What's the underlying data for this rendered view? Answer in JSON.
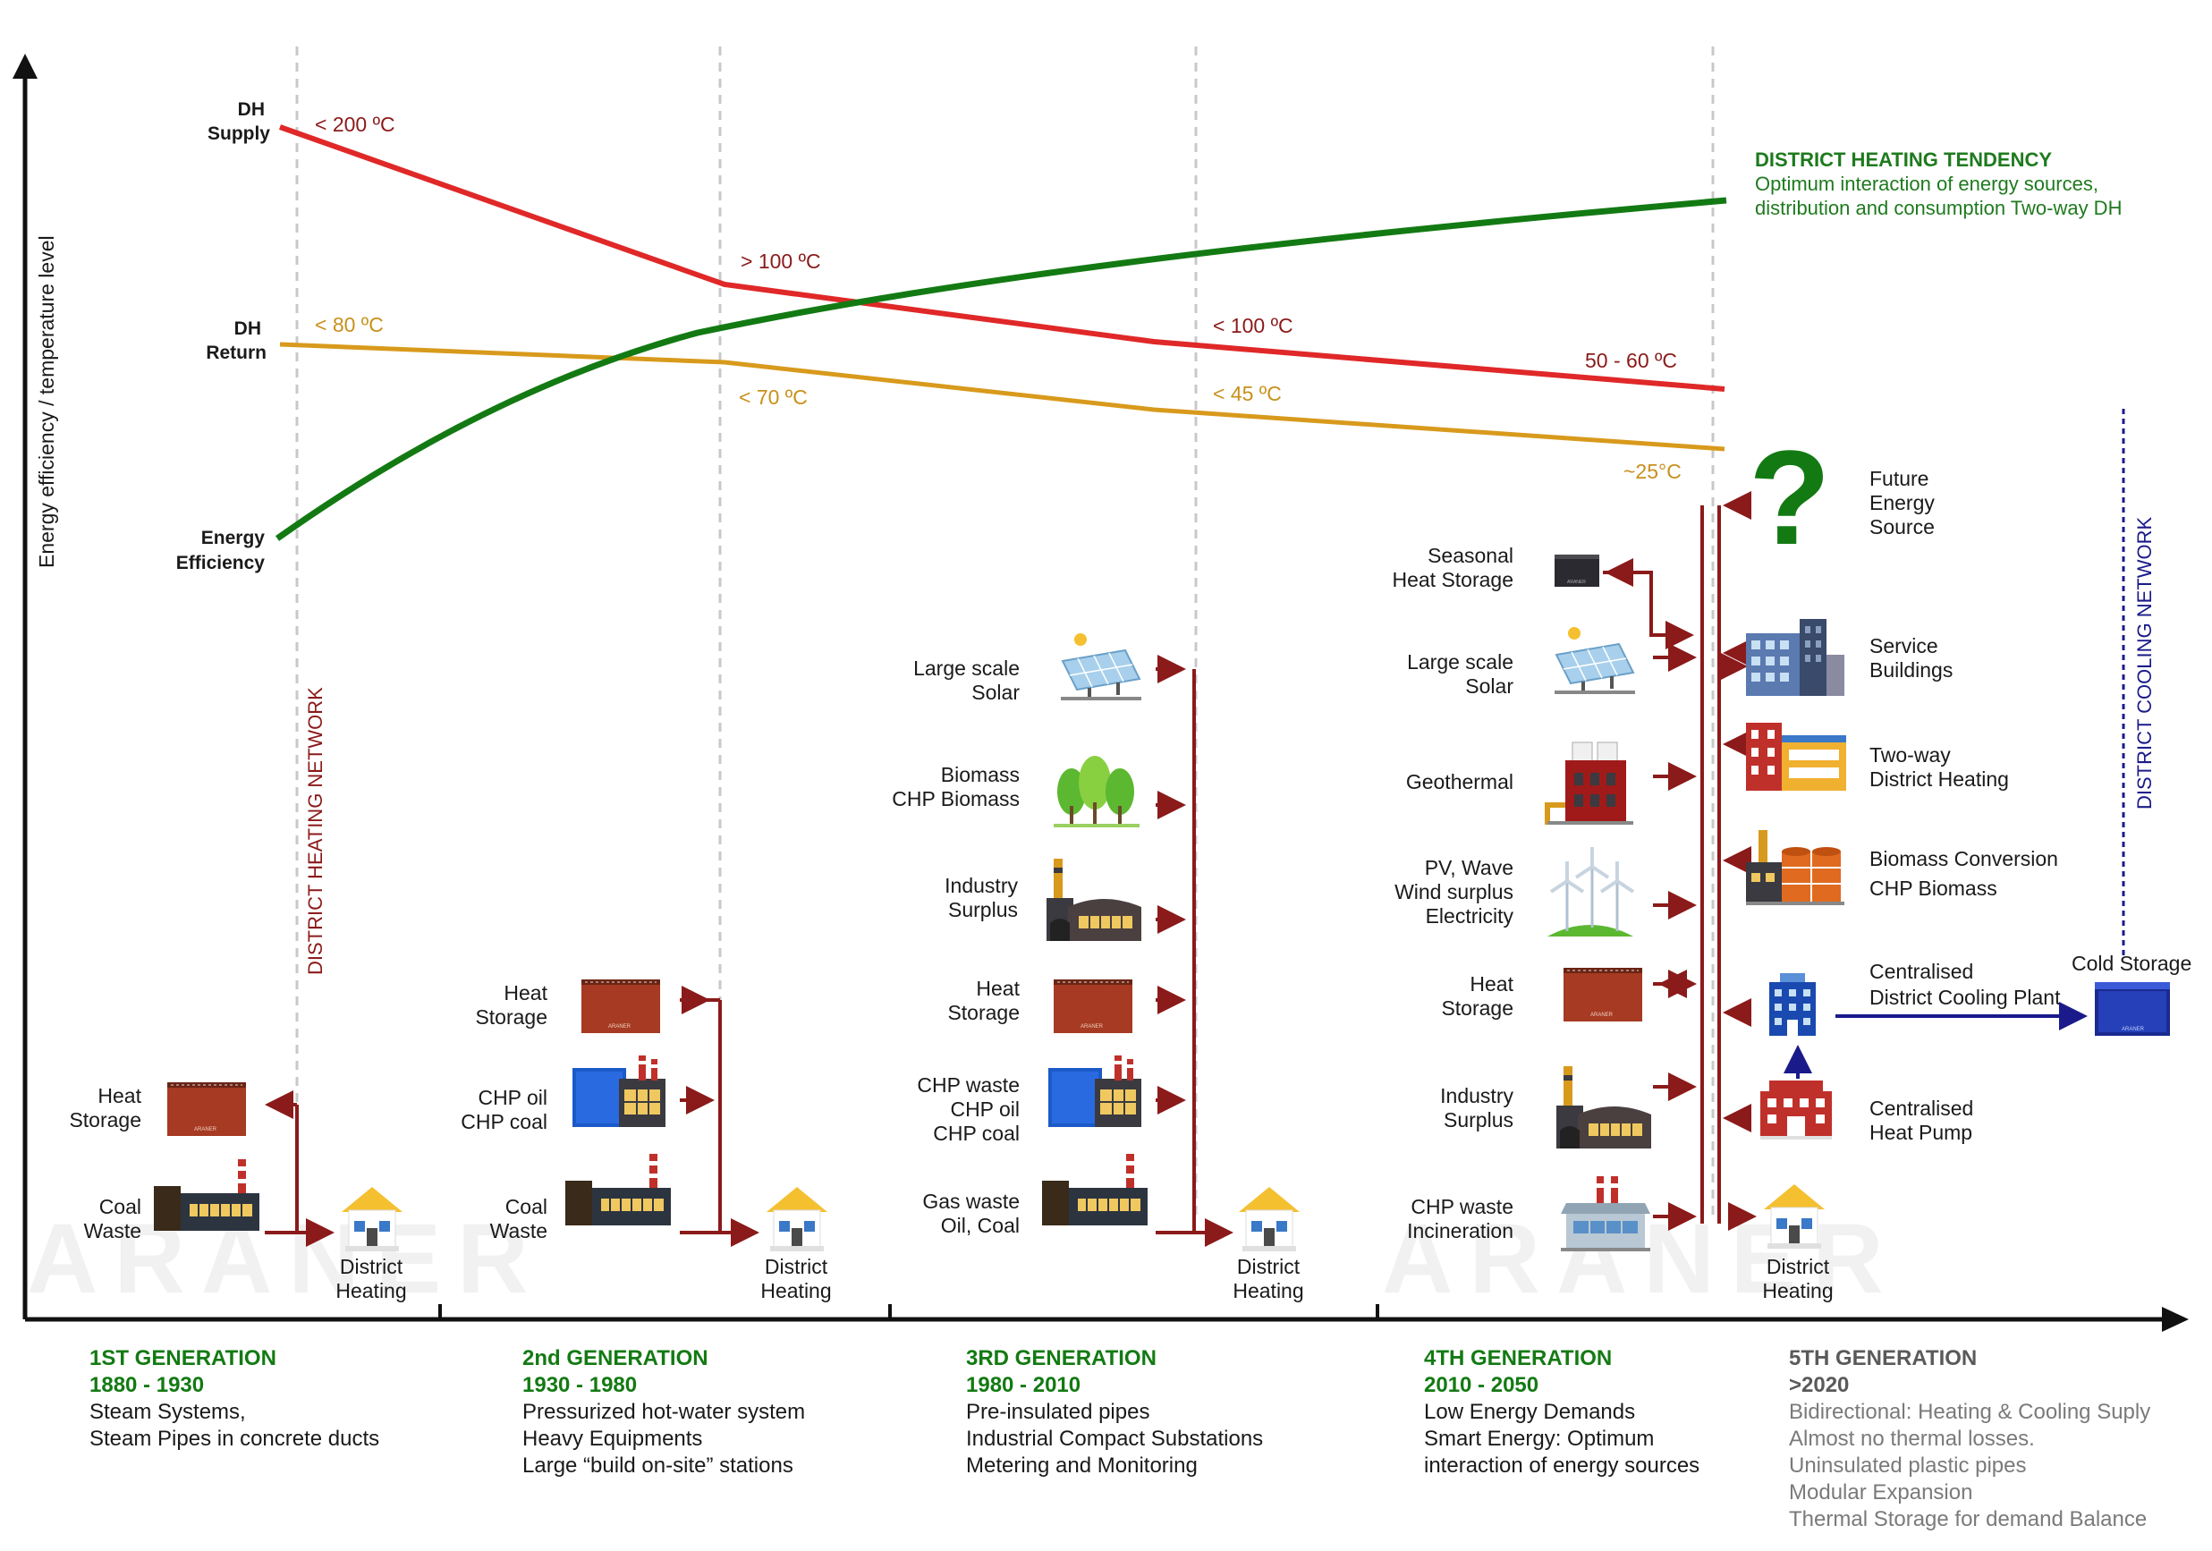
{
  "axis": {
    "y_label": "Energy efficiency / temperature level"
  },
  "left_labels": {
    "dh_supply": [
      "DH",
      "Supply"
    ],
    "dh_return": [
      "DH",
      "Return"
    ],
    "energy_efficiency": [
      "Energy",
      "Efficiency"
    ]
  },
  "temperatures": {
    "supply": [
      "< 200 ºC",
      "> 100 ºC",
      "< 100 ºC",
      "50 -  60 ºC"
    ],
    "return": [
      "< 80 ºC",
      "< 70 ºC",
      "< 45 ºC",
      "~25°C"
    ]
  },
  "tendency": {
    "title": "DISTRICT HEATING  TENDENCY",
    "lines": [
      "Optimum interaction of energy sources,",
      "distribution and consumption Two-way DH"
    ]
  },
  "network_labels": {
    "heating": "DISTRICT HEATING NETWORK",
    "cooling": "DISTRICT COOLING NETWORK"
  },
  "watermark": "ARANER",
  "gen1": {
    "sources": [
      [
        "Heat",
        "Storage"
      ],
      [
        "Coal",
        "Waste"
      ]
    ],
    "sink": [
      "District",
      "Heating"
    ]
  },
  "gen2": {
    "sources": [
      [
        "Heat",
        "Storage"
      ],
      [
        "CHP oil",
        "CHP coal"
      ],
      [
        "Coal",
        "Waste"
      ]
    ],
    "sink": [
      "District",
      "Heating"
    ]
  },
  "gen3": {
    "sources": [
      [
        "Large scale",
        "Solar"
      ],
      [
        "Biomass",
        "CHP Biomass"
      ],
      [
        "Industry",
        "Surplus"
      ],
      [
        "Heat",
        "Storage"
      ],
      [
        "CHP waste",
        "CHP oil",
        "CHP coal"
      ],
      [
        "Gas waste",
        "Oil, Coal"
      ]
    ],
    "sink": [
      "District",
      "Heating"
    ]
  },
  "gen4": {
    "sources": [
      [
        "Seasonal",
        "Heat Storage"
      ],
      [
        "Large scale",
        "Solar"
      ],
      [
        "Geothermal"
      ],
      [
        "PV, Wave",
        "Wind surplus",
        "Electricity"
      ],
      [
        "Heat",
        "Storage"
      ],
      [
        "Industry",
        "Surplus"
      ],
      [
        "CHP waste",
        "Incineration"
      ]
    ]
  },
  "gen5_right": {
    "future": [
      "Future",
      "Energy",
      "Source"
    ],
    "service": [
      "Service",
      "Buildings"
    ],
    "twoway": [
      "Two-way",
      "District Heating"
    ],
    "biomass": [
      "Biomass Conversion",
      "CHP Biomass"
    ],
    "cooling_plant": [
      "Centralised",
      "District Cooling Plant"
    ],
    "cold_storage": "Cold Storage",
    "heat_pump": [
      "Centralised",
      "Heat Pump"
    ],
    "district": [
      "District",
      "Heating"
    ]
  },
  "generations": [
    {
      "title": "1ST GENERATION",
      "years": "1880 - 1930",
      "lines": [
        "Steam Systems,",
        "Steam Pipes in concrete ducts"
      ]
    },
    {
      "title": "2nd GENERATION",
      "years": "1930 - 1980",
      "lines": [
        "Pressurized hot-water system",
        "Heavy Equipments",
        "Large  “build on-site” stations"
      ]
    },
    {
      "title": "3RD GENERATION",
      "years": "1980 - 2010",
      "lines": [
        "Pre-insulated pipes",
        "Industrial Compact Substations",
        "Metering and Monitoring"
      ]
    },
    {
      "title": "4TH GENERATION",
      "years": "2010 - 2050",
      "lines": [
        "Low Energy Demands",
        "Smart Energy: Optimum",
        "interaction of energy sources"
      ]
    },
    {
      "title": "5TH GENERATION",
      "years": ">2020",
      "lines": [
        "Bidirectional: Heating &  Cooling Suply",
        "Almost no thermal losses.",
        "Uninsulated plastic pipes",
        "Modular Expansion",
        "Thermal Storage for demand Balance"
      ]
    }
  ],
  "colors": {
    "supply": "#e02828",
    "return": "#d89a1c",
    "efficiency": "#137a13",
    "pipe": "#8b1a1a",
    "cooling": "#1a1a8b"
  }
}
